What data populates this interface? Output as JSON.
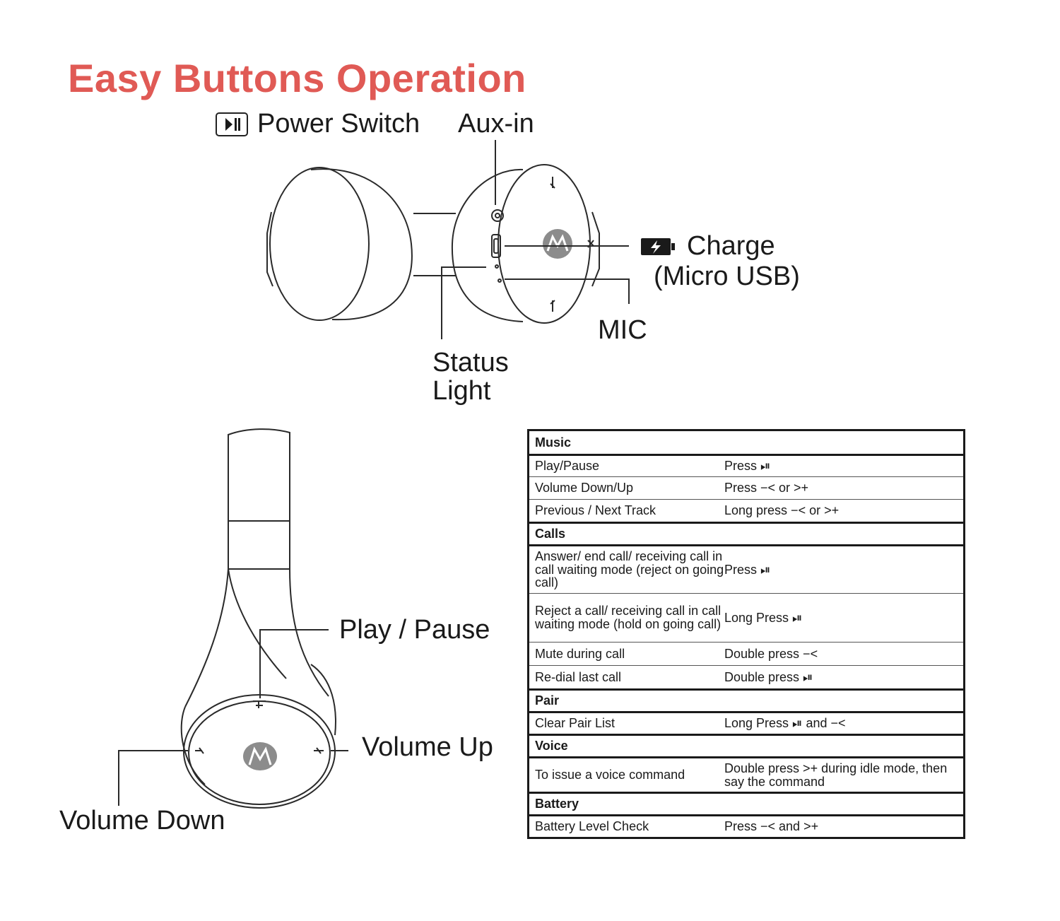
{
  "title": "Easy Buttons Operation",
  "labels": {
    "power_switch": "Power Switch",
    "aux_in": "Aux-in",
    "charge": "Charge",
    "micro_usb": "(Micro USB)",
    "mic": "MIC",
    "status_line1": "Status",
    "status_line2": "Light",
    "play_pause": "Play / Pause",
    "volume_up": "Volume Up",
    "volume_down": "Volume Down"
  },
  "icons": {
    "power": "play-pause-icon",
    "battery": "battery-charge-icon",
    "logo": "motorola-logo-icon"
  },
  "colors": {
    "title": "#e05a55",
    "logo": "#8c8c8c"
  },
  "table": {
    "rows": [
      {
        "type": "section",
        "label": "Music"
      },
      {
        "type": "item",
        "action": "Play/Pause",
        "how": "Press ⏯"
      },
      {
        "type": "item",
        "action": "Volume Down/Up",
        "how": "Press −< or >+"
      },
      {
        "type": "item",
        "action": "Previous / Next Track",
        "how": "Long press −< or >+"
      },
      {
        "type": "section",
        "label": "Calls"
      },
      {
        "type": "item",
        "action": "Answer/ end call/ receiving call in call waiting mode (reject on going call)",
        "how": "Press ⏯"
      },
      {
        "type": "item",
        "action": "Reject a call/ receiving call in call waiting mode (hold on going call)",
        "how": "Long Press ⏯"
      },
      {
        "type": "item",
        "action": "Mute during call",
        "how": "Double press −<"
      },
      {
        "type": "item",
        "action": "Re-dial last call",
        "how": "Double press ⏯"
      },
      {
        "type": "section",
        "label": "Pair"
      },
      {
        "type": "item",
        "action": "Clear Pair List",
        "how": "Long Press ⏯ and −<"
      },
      {
        "type": "section",
        "label": "Voice"
      },
      {
        "type": "item",
        "action": "To issue a voice command",
        "how": "Double press >+ during idle mode, then say the command"
      },
      {
        "type": "section",
        "label": "Battery"
      },
      {
        "type": "item",
        "action": "Battery Level Check",
        "how": "Press −< and >+"
      }
    ]
  }
}
